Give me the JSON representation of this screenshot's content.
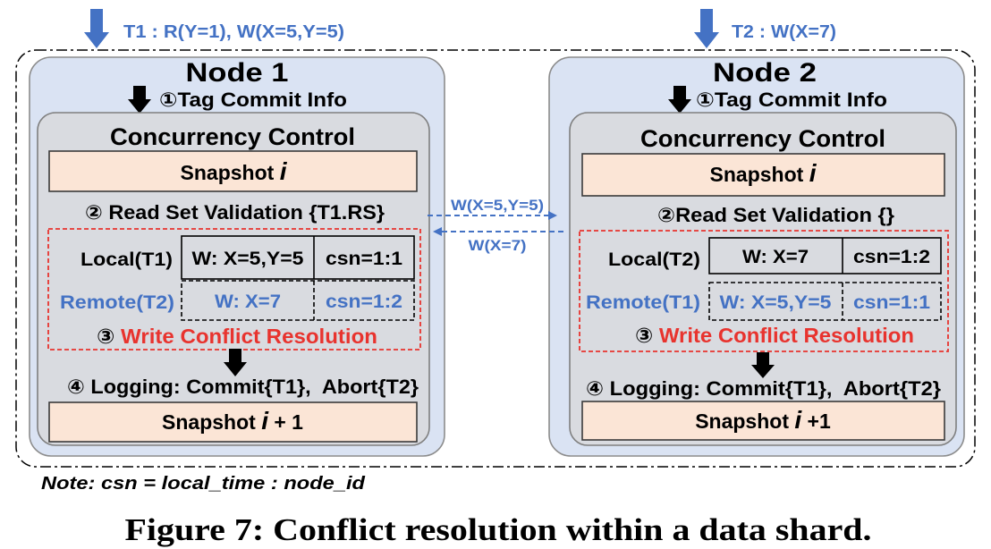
{
  "transactions": {
    "t1": "T1 : R(Y=1), W(X=5,Y=5)",
    "t2": "T2 : W(X=7)"
  },
  "nodes": [
    {
      "title": "Node 1",
      "tag_step": "①Tag Commit Info",
      "cc_title": "Concurrency Control",
      "snapshot": {
        "label": "Snapshot",
        "var": "i"
      },
      "read_validation": "② Read Set Validation {T1.RS}",
      "local": {
        "label": "Local(T1)",
        "write": "W: X=5,Y=5",
        "csn": "csn=1:1"
      },
      "remote": {
        "label": "Remote(T2)",
        "write": "W: X=7",
        "csn": "csn=1:2"
      },
      "write_conflict": {
        "num": "③",
        "label": "Write Conflict Resolution"
      },
      "logging": "④ Logging: Commit{T1},  Abort{T2}",
      "next_snapshot": {
        "label": "Snapshot",
        "var": "i",
        "suffix": "+ 1"
      }
    },
    {
      "title": "Node 2",
      "tag_step": "①Tag Commit Info",
      "cc_title": "Concurrency Control",
      "snapshot": {
        "label": "Snapshot",
        "var": "i"
      },
      "read_validation": "②Read Set Validation {}",
      "local": {
        "label": "Local(T2)",
        "write": "W: X=7",
        "csn": "csn=1:2"
      },
      "remote": {
        "label": "Remote(T1)",
        "write": "W: X=5,Y=5",
        "csn": "csn=1:1"
      },
      "write_conflict": {
        "num": "③",
        "label": "Write Conflict Resolution"
      },
      "logging": "④ Logging: Commit{T1},  Abort{T2}",
      "next_snapshot": {
        "label": "Snapshot",
        "var": "i",
        "suffix": "+1"
      }
    }
  ],
  "messages": [
    {
      "label": "W(X=5,Y=5)"
    },
    {
      "label": "W(X=7)"
    }
  ],
  "note": "Note: csn = local_time : node_id",
  "caption": "Figure 7: Conflict resolution within a data shard.",
  "colors": {
    "accent_blue": "#4472C4",
    "conflict_red": "#E8332E",
    "node_fill": "#DAE3F3",
    "concurrency_fill": "#D9DBE0",
    "snapshot_fill": "#FBE5D6"
  }
}
